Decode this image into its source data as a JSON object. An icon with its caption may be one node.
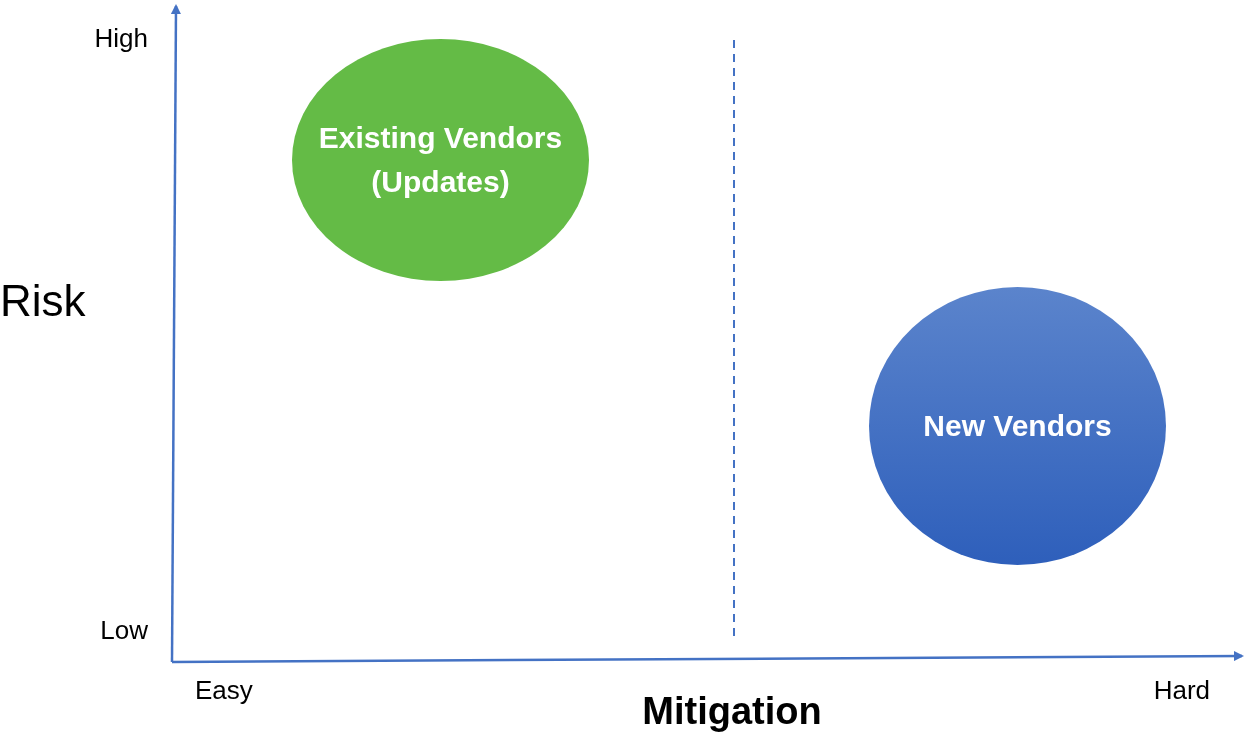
{
  "diagram": {
    "nodes": [
      {
        "text": [
          "Existing Vendors (Updates)"
        ]
      },
      {
        "text": [
          "New Vendors"
        ]
      }
    ],
    "labels": [
      "High",
      "Risk",
      "Low",
      "Easy",
      "Mitigation",
      "Hard"
    ]
  }
}
